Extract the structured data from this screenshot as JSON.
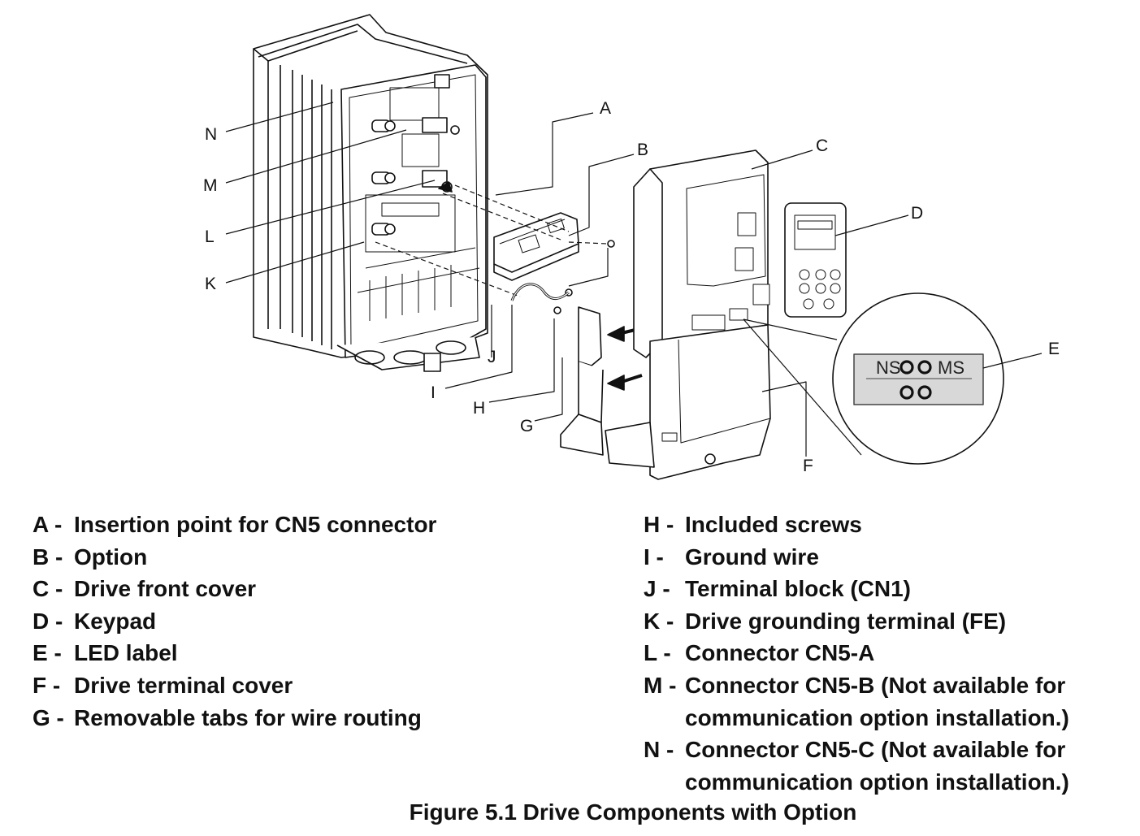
{
  "diagram": {
    "callouts": {
      "A": "A",
      "B": "B",
      "C": "C",
      "D": "D",
      "E": "E",
      "F": "F",
      "G": "G",
      "H": "H",
      "I": "I",
      "J": "J",
      "K": "K",
      "L": "L",
      "M": "M",
      "N": "N"
    },
    "led_label": {
      "ns": "NS",
      "ms": "MS"
    }
  },
  "legend": {
    "left": [
      {
        "key": "A -",
        "text": "Insertion point for CN5 connector"
      },
      {
        "key": "B -",
        "text": "Option"
      },
      {
        "key": "C -",
        "text": "Drive front cover"
      },
      {
        "key": "D -",
        "text": "Keypad"
      },
      {
        "key": "E -",
        "text": "LED label"
      },
      {
        "key": "F -",
        "text": "Drive terminal cover"
      },
      {
        "key": "G -",
        "text": "Removable tabs for wire routing"
      }
    ],
    "right": [
      {
        "key": "H -",
        "text": "Included screws"
      },
      {
        "key": "I -",
        "text": "Ground wire"
      },
      {
        "key": "J -",
        "text": "Terminal block (CN1)"
      },
      {
        "key": "K -",
        "text": "Drive grounding terminal (FE)"
      },
      {
        "key": "L -",
        "text": "Connector CN5-A"
      },
      {
        "key": "M -",
        "text": "Connector CN5-B (Not available for communication option installation.)"
      },
      {
        "key": "N -",
        "text": "Connector CN5-C (Not available for communication option installation.)"
      }
    ]
  },
  "caption": "Figure 5.1  Drive Components with Option"
}
